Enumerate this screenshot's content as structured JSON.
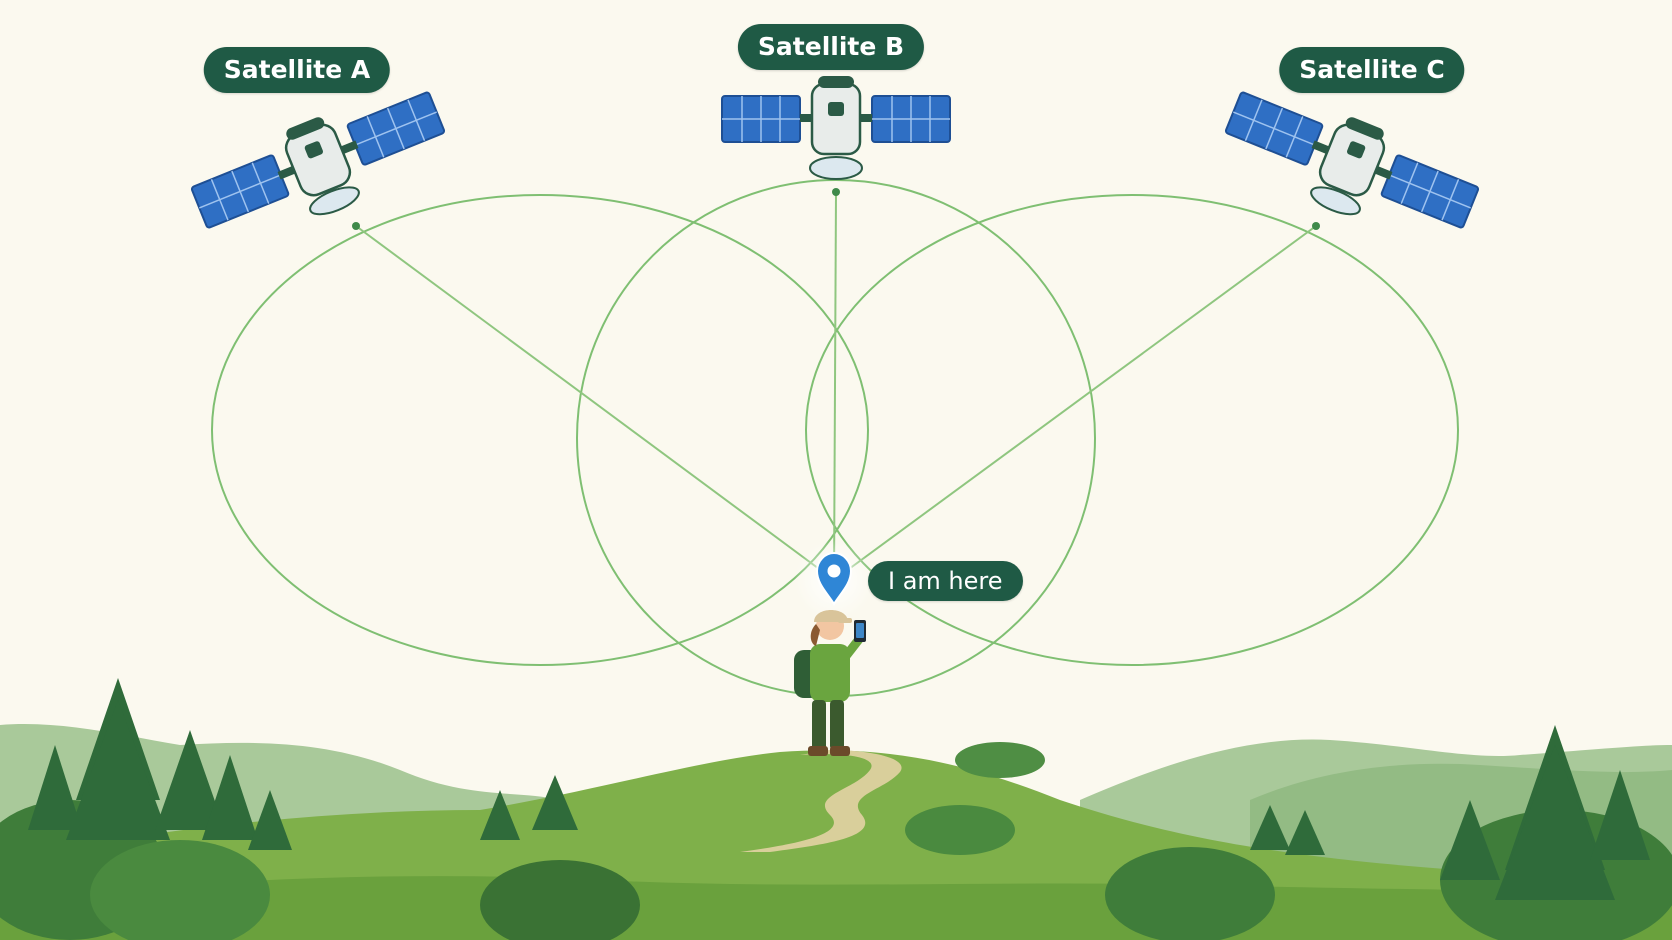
{
  "satellites": [
    {
      "id": "a",
      "label": "Satellite A"
    },
    {
      "id": "b",
      "label": "Satellite B"
    },
    {
      "id": "c",
      "label": "Satellite C"
    }
  ],
  "receiver": {
    "label": "I am here"
  },
  "colors": {
    "background": "#fbf9ef",
    "label_bg": "#1f5a45",
    "label_text": "#ffffff",
    "range_circle": "#7fbf72",
    "solar_panel": "#2f6fc4",
    "location_pin": "#2f86d6",
    "hill": "#7fb04a",
    "forest": "#2f6b3a"
  },
  "icons": [
    "satellite-icon",
    "location-pin-icon",
    "hiker-figure",
    "smartphone-icon",
    "pine-tree-icon"
  ]
}
